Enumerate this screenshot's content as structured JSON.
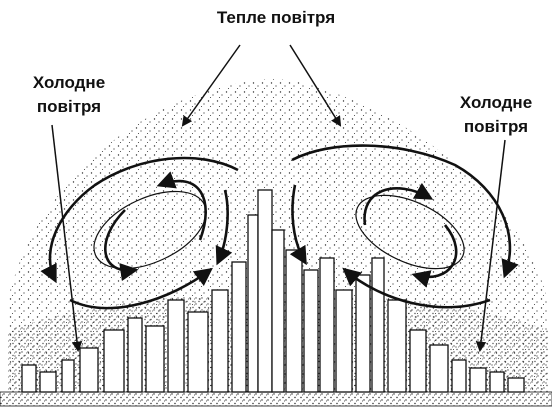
{
  "labels": {
    "warm_air": "Тепле повітря",
    "cold_air_left": [
      "Холодне",
      "повітря"
    ],
    "cold_air_right": [
      "Холодне",
      "повітря"
    ]
  },
  "colors": {
    "ink": "#111111",
    "stipple": "#333333",
    "background": "#ffffff"
  }
}
